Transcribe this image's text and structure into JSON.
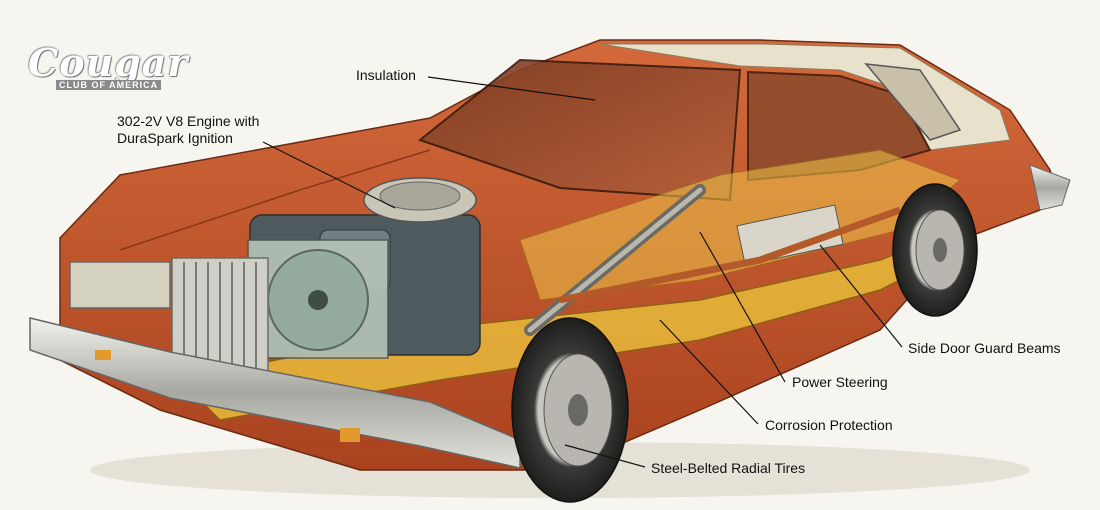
{
  "logo": {
    "brand": "Cougar",
    "subtitle": "CLUB OF AMERICA"
  },
  "callouts": [
    {
      "id": "insulation",
      "text": "Insulation"
    },
    {
      "id": "engine",
      "text": "302-2V V8 Engine with"
    },
    {
      "id": "engine2",
      "text": "DuraSpark Ignition"
    },
    {
      "id": "beams",
      "text": "Side Door Guard Beams"
    },
    {
      "id": "steering",
      "text": "Power Steering"
    },
    {
      "id": "corrosion",
      "text": "Corrosion Protection"
    },
    {
      "id": "tires",
      "text": "Steel-Belted Radial Tires"
    }
  ],
  "colors": {
    "body_paint": "#c0552e",
    "roof_vinyl": "#e8e2cc",
    "underbody_yellow": "#e6b53a",
    "chrome": "#c9c9c4",
    "leader_line": "#111111"
  }
}
